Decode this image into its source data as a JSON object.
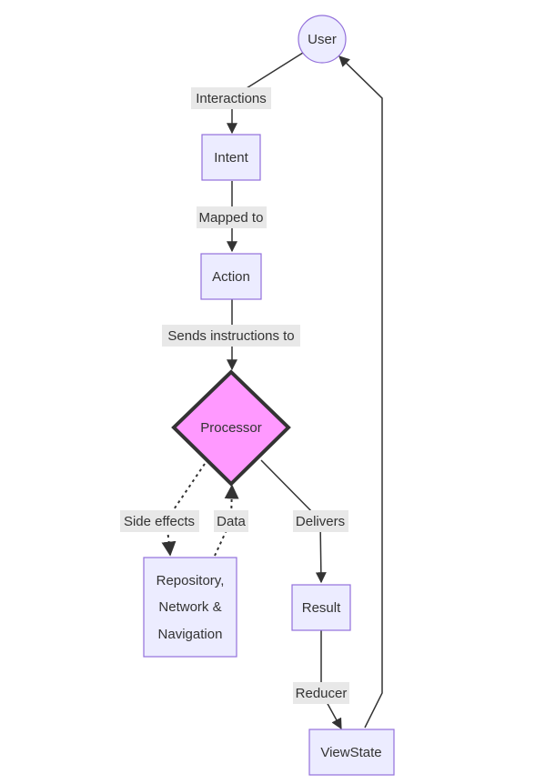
{
  "nodes": {
    "user": "User",
    "intent": "Intent",
    "action": "Action",
    "processor": "Processor",
    "repository_line1": "Repository,",
    "repository_line2": "Network &",
    "repository_line3": "Navigation",
    "result": "Result",
    "viewstate": "ViewState"
  },
  "edges": {
    "interactions": "Interactions",
    "mapped_to": "Mapped to",
    "sends_instructions": "Sends instructions to",
    "side_effects": "Side effects",
    "data": "Data",
    "delivers": "Delivers",
    "reducer": "Reducer"
  },
  "colors": {
    "node_fill": "#ECECFF",
    "node_stroke": "#9370DB",
    "processor_fill": "#FF99FF",
    "processor_stroke": "#333333",
    "edge": "#333333",
    "label_bg": "#e8e8e8"
  }
}
